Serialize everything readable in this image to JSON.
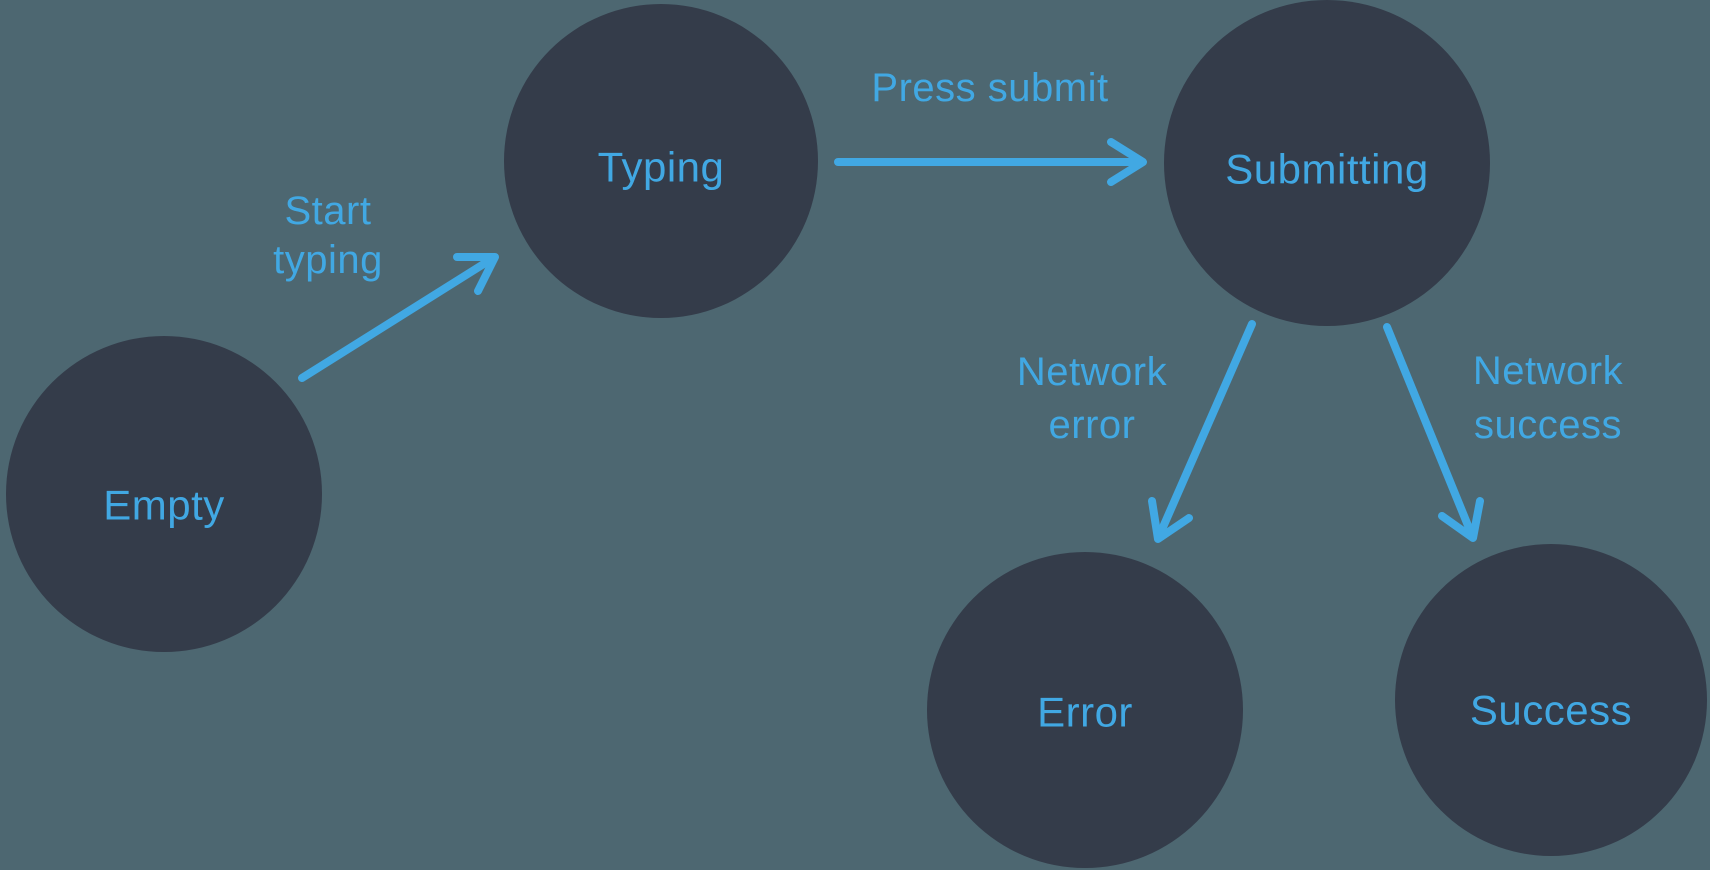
{
  "diagram": {
    "type": "state-machine",
    "colors": {
      "background": "#4D6771",
      "node_fill": "#343C4A",
      "accent": "#41A8E3"
    },
    "nodes": [
      {
        "id": "empty",
        "label": "Empty"
      },
      {
        "id": "typing",
        "label": "Typing"
      },
      {
        "id": "submitting",
        "label": "Submitting"
      },
      {
        "id": "error",
        "label": "Error"
      },
      {
        "id": "success",
        "label": "Success"
      }
    ],
    "edges": [
      {
        "from": "Empty",
        "to": "Typing",
        "label": "Start typing",
        "label_lines": [
          "Start",
          "typing"
        ]
      },
      {
        "from": "Typing",
        "to": "Submitting",
        "label": "Press submit",
        "label_lines": [
          "Press submit"
        ]
      },
      {
        "from": "Submitting",
        "to": "Error",
        "label": "Network error",
        "label_lines": [
          "Network",
          "error"
        ]
      },
      {
        "from": "Submitting",
        "to": "Success",
        "label": "Network success",
        "label_lines": [
          "Network",
          "success"
        ]
      }
    ]
  }
}
